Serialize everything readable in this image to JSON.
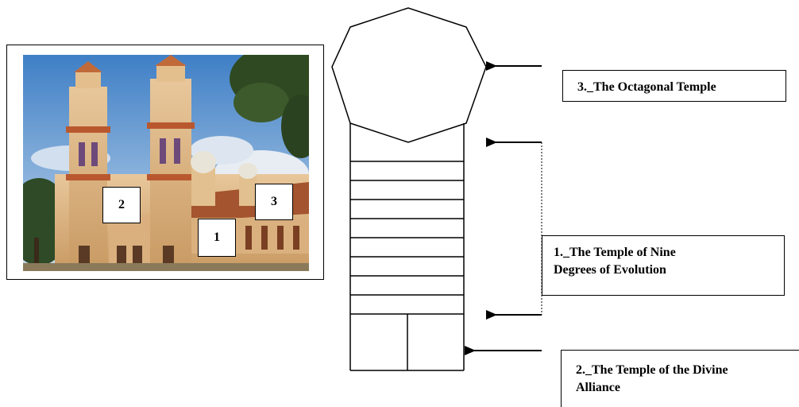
{
  "photo_markers": {
    "one": "1",
    "two": "2",
    "three": "3"
  },
  "labels": {
    "octagonal_temple": "3._The Octagonal Temple",
    "nine_degrees_line1": "1._The Temple of Nine",
    "nine_degrees_line2": "Degrees of Evolution",
    "divine_alliance_line1": "2._The Temple of the Divine",
    "divine_alliance_line2": "Alliance"
  }
}
